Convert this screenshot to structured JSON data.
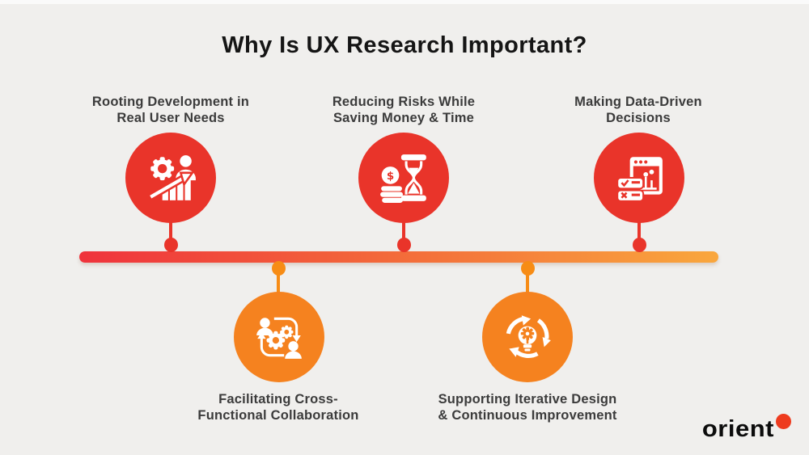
{
  "title": "Why Is UX Research Important?",
  "items": [
    {
      "label": "Rooting Development in\nReal User Needs",
      "icon": "growth-gear-person-icon",
      "accent": "#e9342a",
      "row": "top"
    },
    {
      "label": "Reducing Risks While\nSaving Money & Time",
      "icon": "hourglass-money-icon",
      "accent": "#e9342a",
      "row": "top"
    },
    {
      "label": "Making Data-Driven\nDecisions",
      "icon": "data-report-checklist-icon",
      "accent": "#e9342a",
      "row": "top"
    },
    {
      "label": "Facilitating Cross-\nFunctional Collaboration",
      "icon": "collaboration-gears-people-icon",
      "accent": "#f5821f",
      "row": "bottom"
    },
    {
      "label": "Supporting Iterative Design\n& Continuous Improvement",
      "icon": "iterative-cycle-bulb-icon",
      "accent": "#f5821f",
      "row": "bottom"
    }
  ],
  "timeline": {
    "gradient_start": "#ef333c",
    "gradient_end": "#f9a73d"
  },
  "logo": {
    "text": "orient",
    "dot_color": "#ee3b1e"
  },
  "icon_money_symbol": "$"
}
